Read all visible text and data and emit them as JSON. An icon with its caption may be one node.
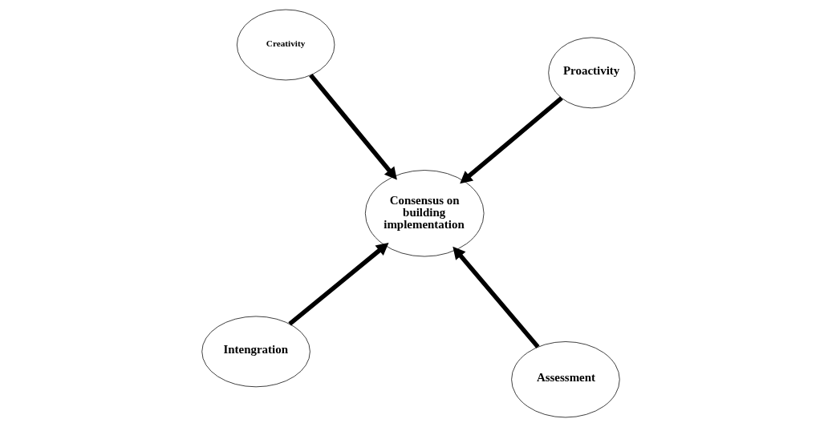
{
  "diagram": {
    "nodes": [
      {
        "text": [
          "Intengration"
        ]
      },
      {
        "text": [
          "Assessment"
        ]
      },
      {
        "text": [
          "Consensus on building implementation"
        ]
      },
      {
        "text": [
          "Creativity"
        ]
      },
      {
        "text": [
          "Proactivity"
        ]
      }
    ],
    "edges": [
      {
        "from": 0,
        "to": 2,
        "arrow": "to"
      },
      {
        "from": 1,
        "to": 2,
        "arrow": "to"
      },
      {
        "from": 3,
        "to": 2,
        "arrow": "to"
      },
      {
        "from": 4,
        "to": 2,
        "arrow": "to"
      }
    ]
  }
}
